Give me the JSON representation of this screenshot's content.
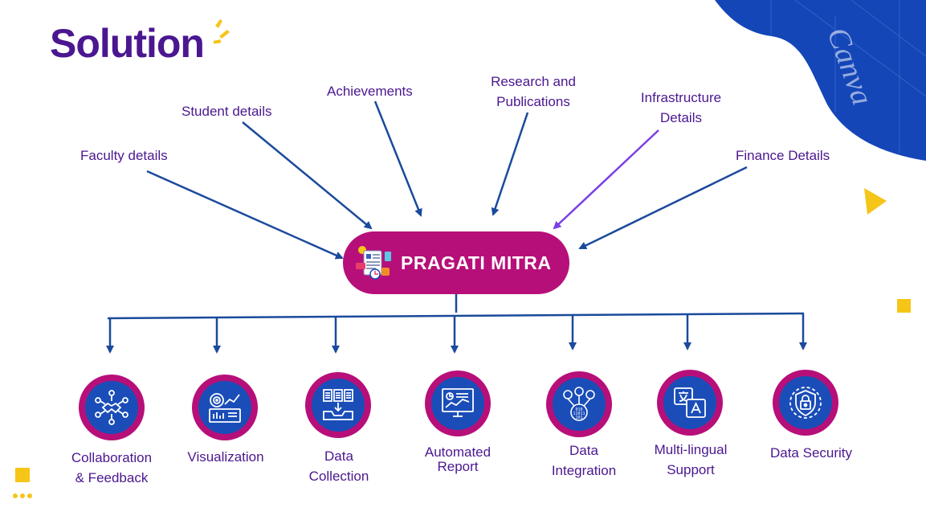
{
  "title": "Solution",
  "hub": {
    "label": "PRAGATI MITRA",
    "icon": "document-report-icon"
  },
  "inputs": [
    {
      "id": "faculty",
      "lines": [
        "Faculty details"
      ],
      "icon": ""
    },
    {
      "id": "student",
      "lines": [
        "Student details"
      ]
    },
    {
      "id": "achievements",
      "lines": [
        "Achievements"
      ]
    },
    {
      "id": "research",
      "lines": [
        "Research and",
        "Publications"
      ]
    },
    {
      "id": "infrastructure",
      "lines": [
        "Infrastructure",
        "Details"
      ]
    },
    {
      "id": "finance",
      "lines": [
        "Finance Details"
      ]
    }
  ],
  "features": [
    {
      "id": "collaboration",
      "lines": [
        "Collaboration",
        "& Feedback"
      ],
      "icon": "handshake-network-icon"
    },
    {
      "id": "visualization",
      "lines": [
        "Visualization"
      ],
      "icon": "dashboard-chart-icon"
    },
    {
      "id": "data-collection",
      "lines": [
        "Data",
        "Collection"
      ],
      "icon": "documents-inbox-icon"
    },
    {
      "id": "automated-report",
      "lines": [
        "Automated",
        "Report"
      ],
      "icon": "monitor-report-icon"
    },
    {
      "id": "data-integration",
      "lines": [
        "Data",
        "Integration"
      ],
      "icon": "binary-integration-icon"
    },
    {
      "id": "multilingual",
      "lines": [
        "Multi-lingual",
        "Support"
      ],
      "icon": "translate-icon"
    },
    {
      "id": "data-security",
      "lines": [
        "Data Security"
      ],
      "icon": "shield-lock-icon"
    }
  ],
  "watermark": "Canva",
  "colors": {
    "title": "#4b1790",
    "hub": "#b70f79",
    "arrow": "#1a4a9c",
    "accent_arrow": "#7b3fe4",
    "blob": "#1446b8",
    "yellow": "#f5c518"
  }
}
